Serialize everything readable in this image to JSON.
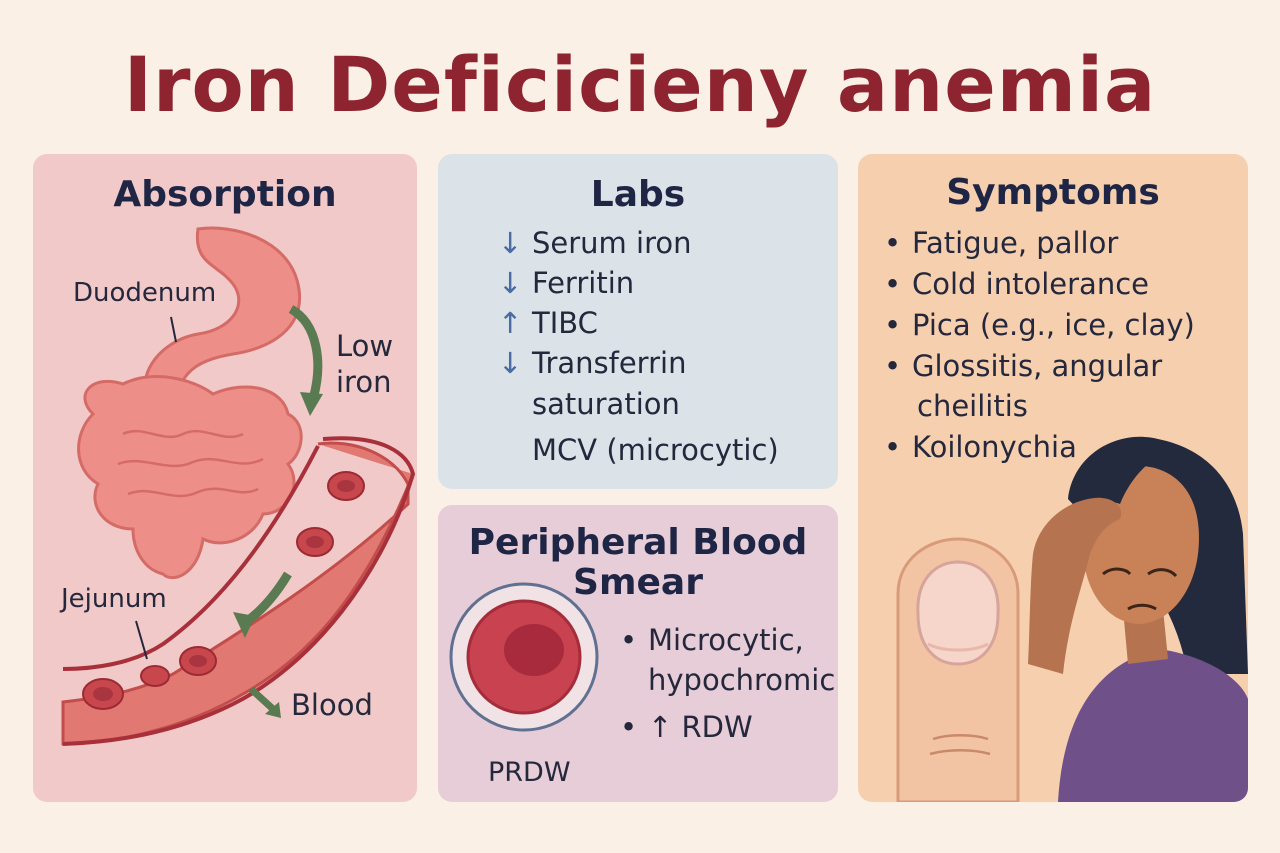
{
  "title": "Iron Deficicieny anemia",
  "absorption": {
    "heading": "Absorption",
    "labels": {
      "duodenum": "Duodenum",
      "low_iron_1": "Low",
      "low_iron_2": "iron",
      "jejunum": "Jejunum",
      "blood": "Blood"
    }
  },
  "labs": {
    "heading": "Labs",
    "items": [
      {
        "arrow": "↓",
        "text": "Serum iron"
      },
      {
        "arrow": "↓",
        "text": "Ferritin"
      },
      {
        "arrow": "↑",
        "text": "TIBC"
      },
      {
        "arrow": "↓",
        "text": "Transferrin"
      },
      {
        "arrow": "",
        "text": "saturation"
      },
      {
        "arrow": "",
        "text": "MCV (microcytic)"
      }
    ]
  },
  "smear": {
    "heading_line1": "Peripheral Blood",
    "heading_line2": "Smear",
    "bullets": [
      {
        "bullet": "•",
        "text": "Microcytic,"
      },
      {
        "bullet": "",
        "text": "hypochromic"
      },
      {
        "bullet": "•",
        "text": "↑ RDW"
      }
    ],
    "cell_label": "PRDW"
  },
  "symptoms": {
    "heading": "Symptoms",
    "items": [
      {
        "bullet": "•",
        "text": "Fatigue, pallor"
      },
      {
        "bullet": "•",
        "text": "Cold intolerance"
      },
      {
        "bullet": "•",
        "text": "Pica (e.g., ice, clay)"
      },
      {
        "bullet": "•",
        "text": "Glossitis, angular"
      },
      {
        "bullet": "",
        "text": "cheilitis"
      },
      {
        "bullet": "•",
        "text": "Koilonychia"
      }
    ]
  },
  "colors": {
    "title": "#8e2430",
    "absorption_bg": "#f1c9c8",
    "labs_bg": "#dbe3e9",
    "smear_bg": "#e6cdd8",
    "symptoms_bg": "#f6cfaf",
    "arrow_green": "#5a7a52"
  }
}
